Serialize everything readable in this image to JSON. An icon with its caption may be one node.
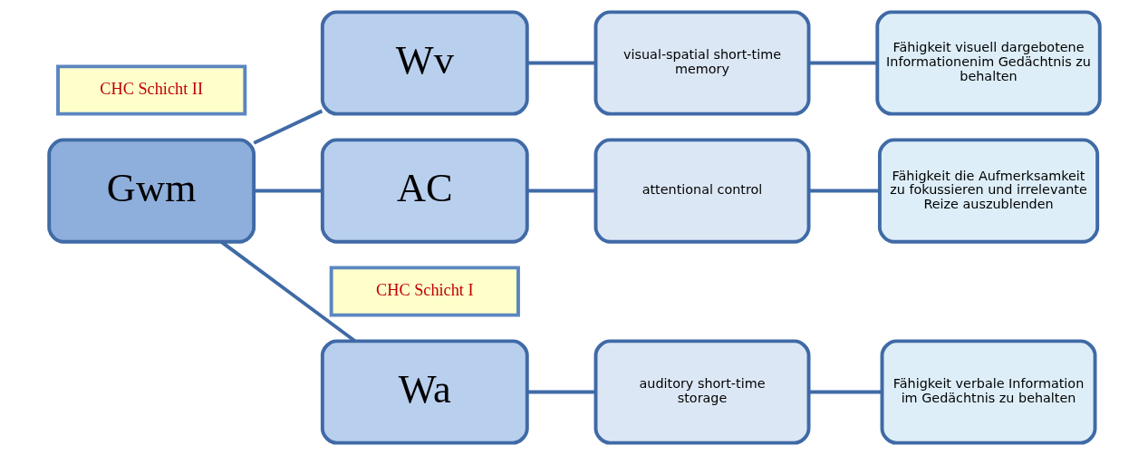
{
  "diagram": {
    "nodes": [
      {
        "text": [
          "CHC Schicht II"
        ]
      },
      {
        "text": [
          "CHC Schicht I"
        ]
      },
      {
        "text": [
          "Gwm"
        ]
      },
      {
        "text": [
          "Wa"
        ]
      },
      {
        "text": [
          "Wv"
        ]
      },
      {
        "text": [
          "AC"
        ]
      },
      {
        "text": [
          "auditory short-time storage"
        ]
      },
      {
        "text": [
          "visual-spatial short-time memory"
        ]
      },
      {
        "text": [
          "attentional control"
        ]
      },
      {
        "text": [
          "Fähigkeit verbale Information im Gedächtnis zu behalten"
        ]
      },
      {
        "text": [
          "Fähigkeit visuell dargebotene Informationenim Gedächtnis zu behalten"
        ]
      },
      {
        "text": [
          "Fähigkeit die Aufmerksamkeit zu fokussieren und irrelevante Reize auszublenden"
        ]
      }
    ],
    "edges": [
      {
        "from": 2,
        "to": 3,
        "arrow": "none"
      },
      {
        "from": 2,
        "to": 4,
        "arrow": "none"
      },
      {
        "from": 2,
        "to": 5,
        "arrow": "none"
      },
      {
        "from": 3,
        "to": 6,
        "arrow": "none"
      },
      {
        "from": 4,
        "to": 7,
        "arrow": "none"
      },
      {
        "from": 5,
        "to": 8,
        "arrow": "none"
      },
      {
        "from": 6,
        "to": 9,
        "arrow": "none"
      },
      {
        "from": 7,
        "to": 10,
        "arrow": "none"
      },
      {
        "from": 8,
        "to": 11,
        "arrow": "none"
      }
    ]
  }
}
